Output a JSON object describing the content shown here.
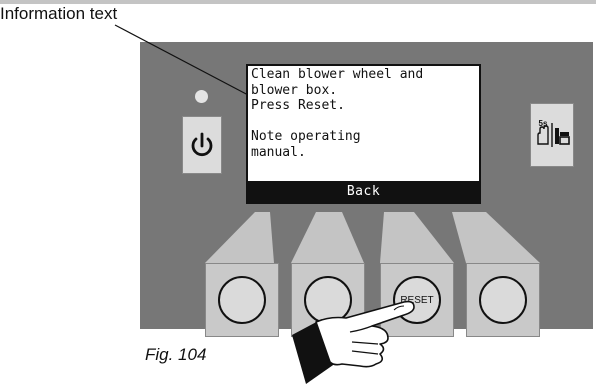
{
  "callout": {
    "label": "Information text"
  },
  "display": {
    "lines": [
      "Clean blower wheel and",
      "blower box.",
      "Press Reset.",
      "",
      "Note operating",
      "manual."
    ],
    "soft_key_label": "Back"
  },
  "softkeys": [
    {
      "label": ""
    },
    {
      "label": ""
    },
    {
      "label": "RESET"
    },
    {
      "label": ""
    }
  ],
  "icons": {
    "power": "power-icon",
    "led": "status-led",
    "maintenance": "hand-5s-brush-icon",
    "pointer": "pointing-hand-icon"
  },
  "figure": {
    "caption": "Fig. 104"
  },
  "colors": {
    "panel": "#777777",
    "wedge": "#c4c4c4",
    "key": "#c9c9c9",
    "screen_bar": "#111111"
  }
}
